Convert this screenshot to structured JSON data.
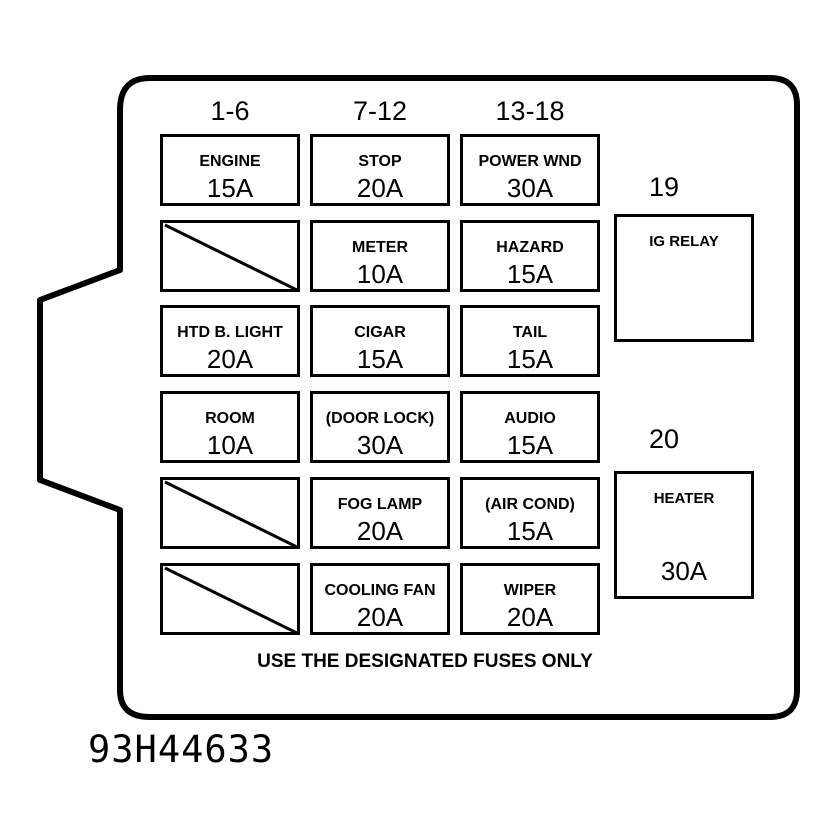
{
  "columns": [
    {
      "label": "1-6"
    },
    {
      "label": "7-12"
    },
    {
      "label": "13-18"
    }
  ],
  "fuses": [
    [
      {
        "name": "ENGINE",
        "amp": "15A"
      },
      {
        "empty": true
      },
      {
        "name": "HTD B. LIGHT",
        "amp": "20A"
      },
      {
        "name": "ROOM",
        "amp": "10A"
      },
      {
        "empty": true
      },
      {
        "empty": true
      }
    ],
    [
      {
        "name": "STOP",
        "amp": "20A"
      },
      {
        "name": "METER",
        "amp": "10A"
      },
      {
        "name": "CIGAR",
        "amp": "15A"
      },
      {
        "name": "(DOOR LOCK)",
        "amp": "30A"
      },
      {
        "name": "FOG LAMP",
        "amp": "20A"
      },
      {
        "name": "COOLING FAN",
        "amp": "20A"
      }
    ],
    [
      {
        "name": "POWER WND",
        "amp": "30A"
      },
      {
        "name": "HAZARD",
        "amp": "15A"
      },
      {
        "name": "TAIL",
        "amp": "15A"
      },
      {
        "name": "AUDIO",
        "amp": "15A"
      },
      {
        "name": "(AIR COND)",
        "amp": "15A"
      },
      {
        "name": "WIPER",
        "amp": "20A"
      }
    ]
  ],
  "relays": [
    {
      "number": "19",
      "name": "IG RELAY",
      "amp": ""
    },
    {
      "number": "20",
      "name": "HEATER",
      "amp": "30A"
    }
  ],
  "notice": "USE THE DESIGNATED FUSES ONLY",
  "part_number": "93H44633"
}
